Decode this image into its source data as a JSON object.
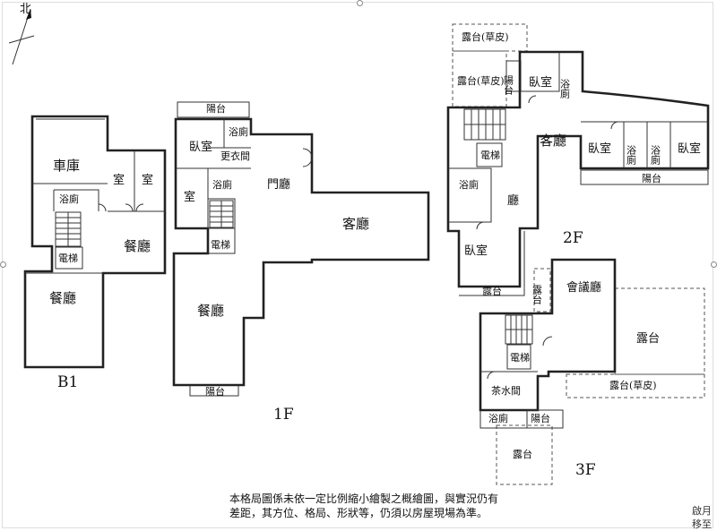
{
  "compass": {
    "label": "北"
  },
  "floors": [
    {
      "id": "b1",
      "label": "B1",
      "rooms": [
        "車庫",
        "室",
        "室",
        "浴廁",
        "電梯",
        "餐廳",
        "餐廳"
      ]
    },
    {
      "id": "1f",
      "label": "1F",
      "rooms": [
        "陽台",
        "臥室",
        "浴廁",
        "更衣間",
        "室",
        "浴廁",
        "門廳",
        "客廳",
        "電梯",
        "餐廳",
        "陽台"
      ]
    },
    {
      "id": "2f",
      "label": "2F",
      "rooms": [
        "露台(草皮)",
        "陽台",
        "臥室",
        "浴廁",
        "露台(草皮)",
        "客廳",
        "臥室",
        "浴廁",
        "浴廁",
        "臥室",
        "陽台",
        "電梯",
        "浴廁",
        "廳",
        "臥室",
        "露台"
      ]
    },
    {
      "id": "3f",
      "label": "3F",
      "rooms": [
        "露台",
        "會議廳",
        "電梯",
        "露台",
        "露台(草皮)",
        "茶水間",
        "浴廁",
        "陽台",
        "露台"
      ]
    }
  ],
  "note": "本格局圖係未依一定比例縮小繪製之概繪圖，與實況仍有差距，其方位、格局、形狀等，仍須以房屋現場為準。",
  "corner": {
    "line1": "啟月",
    "line2": "移至"
  }
}
